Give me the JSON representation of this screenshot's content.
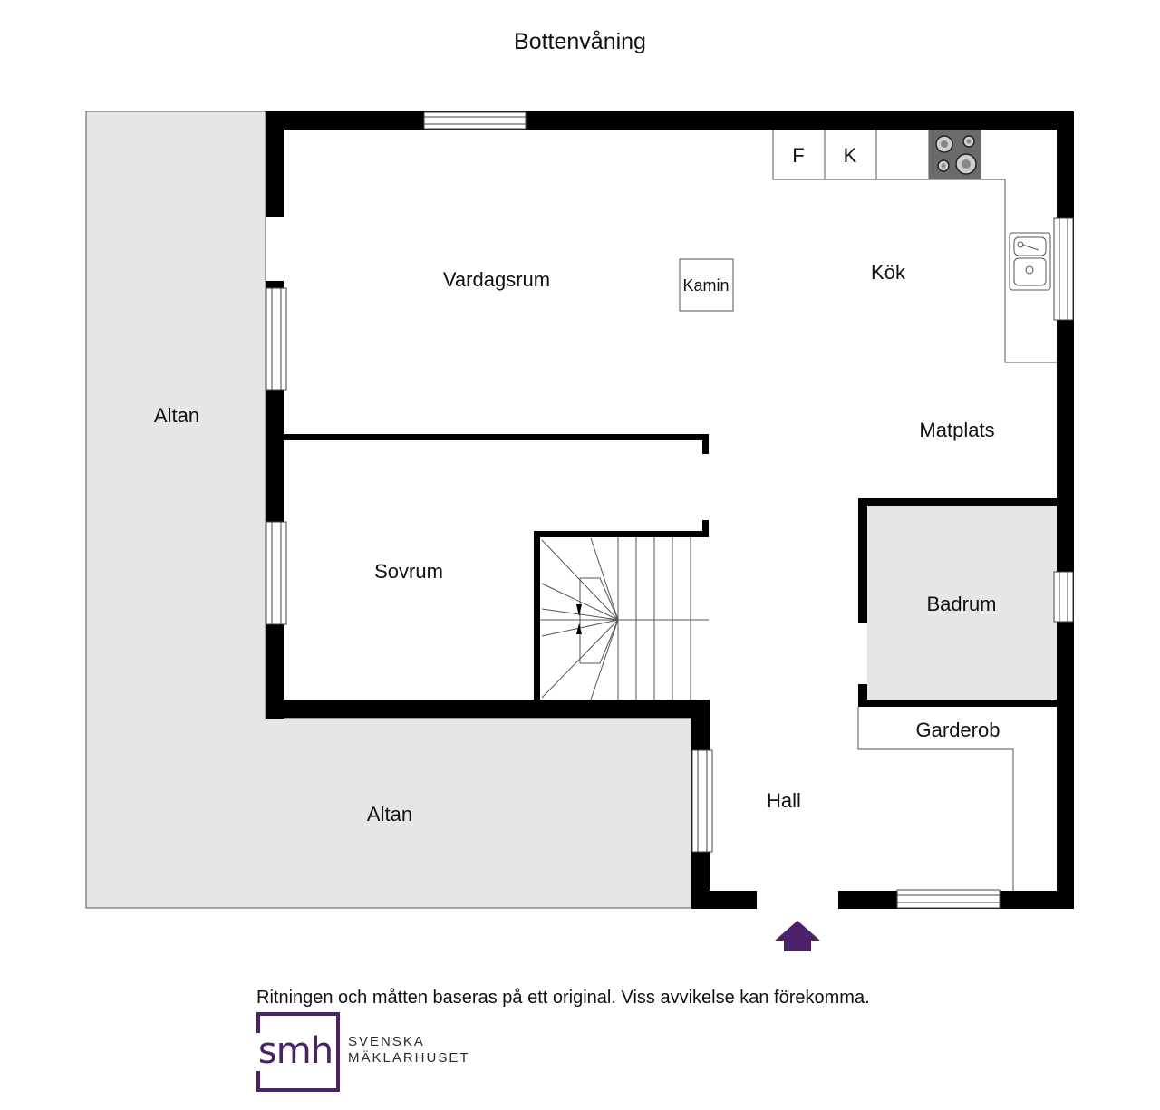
{
  "title": "Bottenvåning",
  "rooms": {
    "vardagsrum": "Vardagsrum",
    "kok": "Kök",
    "matplats": "Matplats",
    "sovrum": "Sovrum",
    "badrum": "Badrum",
    "garderob": "Garderob",
    "hall": "Hall",
    "altan_west": "Altan",
    "altan_south": "Altan"
  },
  "fixtures": {
    "fridge": "F",
    "freezer": "K",
    "fireplace": "Kamin"
  },
  "disclaimer": "Ritningen och måtten baseras på ett original. Viss avvikelse kan förekomma.",
  "logo": {
    "mark": "smh",
    "line1": "SVENSKA",
    "line2": "MÄKLARHUSET",
    "color": "#4b2169"
  },
  "colors": {
    "wall": "#000000",
    "altan": "#e6e6e6",
    "badrum": "#e6e6e6",
    "entrance_arrow": "#4b2169"
  }
}
